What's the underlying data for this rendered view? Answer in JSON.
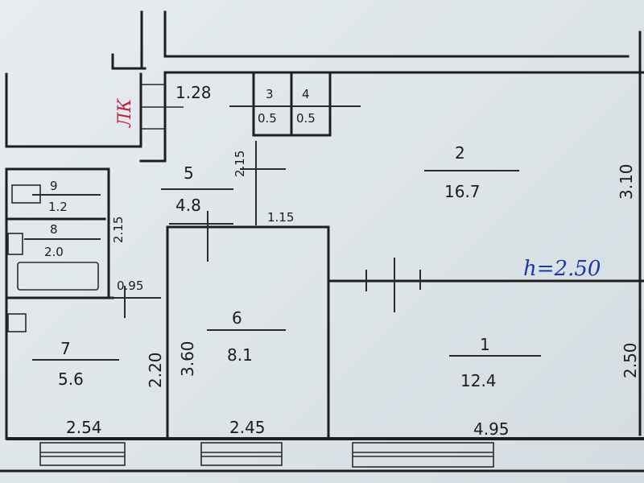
{
  "plan": {
    "stair_label": "ЛК",
    "ceiling_height": "h=2.50",
    "rooms": [
      {
        "id": "room-1",
        "number": "1",
        "area": "12.4"
      },
      {
        "id": "room-2",
        "number": "2",
        "area": "16.7"
      },
      {
        "id": "room-3",
        "number": "3",
        "area": "0.5"
      },
      {
        "id": "room-4",
        "number": "4",
        "area": "0.5"
      },
      {
        "id": "room-5",
        "number": "5",
        "area": "4.8"
      },
      {
        "id": "room-6",
        "number": "6",
        "area": "8.1"
      },
      {
        "id": "room-7",
        "number": "7",
        "area": "5.6"
      },
      {
        "id": "room-8",
        "number": "8",
        "area": "2.0"
      },
      {
        "id": "room-9",
        "number": "9",
        "area": "1.2"
      }
    ],
    "dimensions": {
      "d_1_28": "1.28",
      "d_2_15": "2.15",
      "d_1_15": "1.15",
      "d_2_15b": "2.15",
      "d_0_95": "0.95",
      "d_2_20": "2.20",
      "d_3_60": "3.60",
      "d_3_10": "3.10",
      "d_2_50": "2.50",
      "d_2_54": "2.54",
      "d_2_45": "2.45",
      "d_4_95": "4.95"
    }
  }
}
